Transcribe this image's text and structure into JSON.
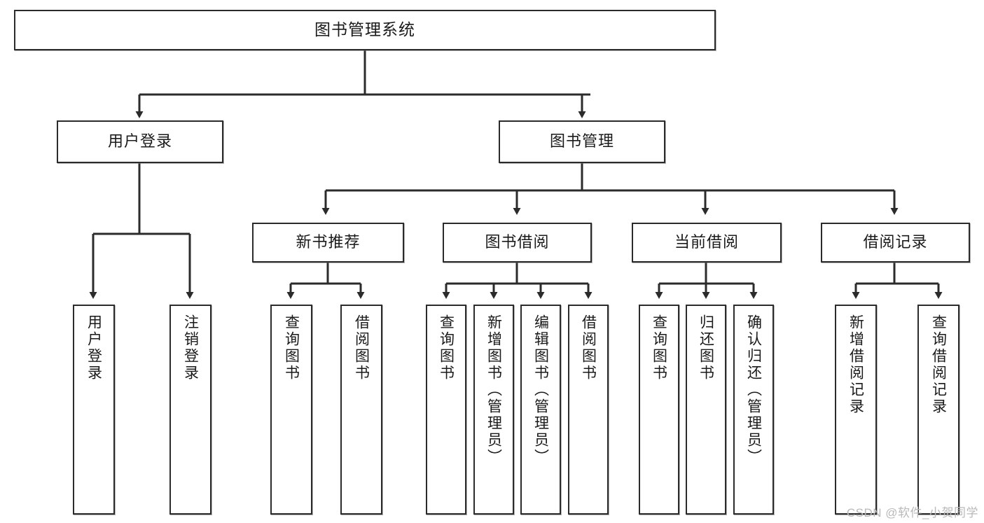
{
  "diagram": {
    "type": "tree-hierarchy",
    "title": "图书管理系统",
    "watermark": "CSDN @软件_小贺同学",
    "colors": {
      "box_border": "#2b2b2b",
      "box_fill": "#ffffff",
      "edge": "#2b2b2b",
      "text": "#1a1a1a",
      "watermark": "#b9b9b9"
    },
    "nodes": {
      "root": {
        "label": "图书管理系统",
        "level": 0
      },
      "l1": [
        {
          "id": "user_login",
          "label": "用户登录",
          "level": 1
        },
        {
          "id": "book_mgmt",
          "label": "图书管理",
          "level": 1
        }
      ],
      "l2": [
        {
          "id": "new_book_rec",
          "label": "新书推荐",
          "level": 2,
          "parent": "book_mgmt"
        },
        {
          "id": "book_borrow",
          "label": "图书借阅",
          "level": 2,
          "parent": "book_mgmt"
        },
        {
          "id": "current_borrow",
          "label": "当前借阅",
          "level": 2,
          "parent": "book_mgmt"
        },
        {
          "id": "borrow_record",
          "label": "借阅记录",
          "level": 2,
          "parent": "book_mgmt"
        }
      ],
      "leaves": [
        {
          "id": "leaf_user_login",
          "label": "用户登录",
          "parent": "user_login"
        },
        {
          "id": "leaf_logout",
          "label": "注销登录",
          "parent": "user_login"
        },
        {
          "id": "leaf_query_book_1",
          "label": "查询图书",
          "parent": "new_book_rec"
        },
        {
          "id": "leaf_borrow_book_1",
          "label": "借阅图书",
          "parent": "new_book_rec"
        },
        {
          "id": "leaf_query_book_2",
          "label": "查询图书",
          "parent": "book_borrow"
        },
        {
          "id": "leaf_add_book",
          "label": "新增图书（管理员）",
          "parent": "book_borrow"
        },
        {
          "id": "leaf_edit_book",
          "label": "编辑图书（管理员）",
          "parent": "book_borrow"
        },
        {
          "id": "leaf_borrow_book_2",
          "label": "借阅图书",
          "parent": "book_borrow"
        },
        {
          "id": "leaf_query_book_3",
          "label": "查询图书",
          "parent": "current_borrow"
        },
        {
          "id": "leaf_return_book",
          "label": "归还图书",
          "parent": "current_borrow"
        },
        {
          "id": "leaf_confirm_return",
          "label": "确认归还（管理员）",
          "parent": "current_borrow"
        },
        {
          "id": "leaf_add_record",
          "label": "新增借阅记录",
          "parent": "borrow_record"
        },
        {
          "id": "leaf_query_record",
          "label": "查询借阅记录",
          "parent": "borrow_record"
        }
      ]
    }
  }
}
